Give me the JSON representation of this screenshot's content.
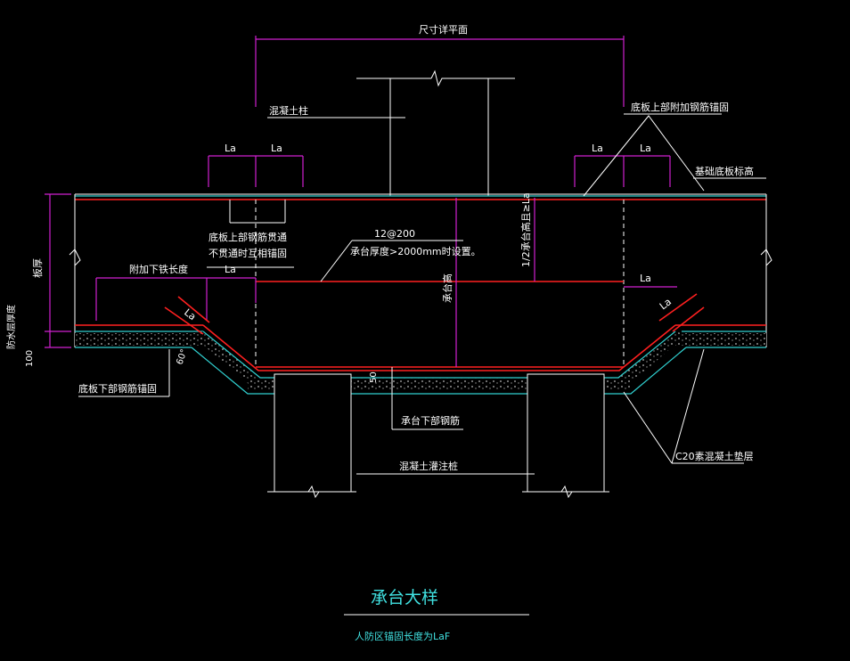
{
  "labels": {
    "dim_top": "尺寸详平面",
    "concrete_column": "混凝土柱",
    "slab_top_bar_add": "底板上部附加钢筋锚固",
    "foundation_elevation": "基础底板标高",
    "la": "La",
    "slab_top_bar_through_1": "底板上部钢筋贯通",
    "slab_top_bar_through_2": "不贯通时互相锚固",
    "rebar_12_200": "12@200",
    "cap_thickness_note": "承台厚度>2000mm时设置。",
    "half_cap_height": "1/2承台高且≥La",
    "cap_height": "承台高",
    "slab_thickness": "板厚",
    "extra_lower_bar_len": "附加下铁长度",
    "waterproof_thickness": "防水层厚度",
    "dim_100": "100",
    "angle_60": "60°",
    "slab_bottom_bar_anchor": "底板下部钢筋锚固",
    "cap_bottom_bar": "承台下部钢筋",
    "dim_50": "50",
    "bored_pile": "混凝土灌注桩",
    "c20_cushion": "C20素混凝土垫层",
    "title": "承台大样",
    "subtitle": "人防区锚固长度为LaF"
  },
  "colors": {
    "background": "#000000",
    "magenta": "#d020d0",
    "red": "#ff2020",
    "cyan": "#30d0d0",
    "white": "#ffffff"
  }
}
